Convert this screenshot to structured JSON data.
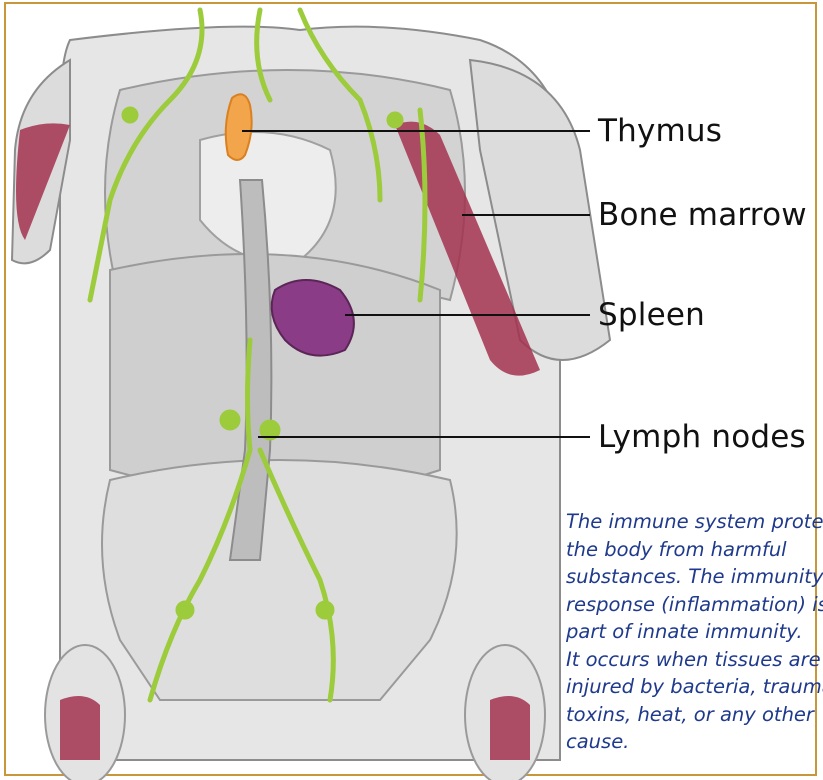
{
  "colors": {
    "frame_border": "#c8973a",
    "caption_text": "#1f3a8c",
    "label_text": "#111111",
    "lymph_green": "#9ccb3b",
    "thymus_orange": "#f2a54a",
    "spleen_purple": "#8a3c86",
    "marrow_red": "#a3334f",
    "anatomy_gray": "#d9d9d9"
  },
  "labels": {
    "thymus": "Thymus",
    "bone_marrow": "Bone marrow",
    "spleen": "Spleen",
    "lymph_nodes": "Lymph nodes"
  },
  "caption": {
    "lines": [
      "The immune system protects",
      "the body from harmful",
      "substances. The immunity",
      "response (inflammation) is",
      "part of innate immunity.",
      "It occurs when tissues are",
      "injured by bacteria, trauma,",
      "toxins, heat, or any other",
      "cause."
    ]
  }
}
